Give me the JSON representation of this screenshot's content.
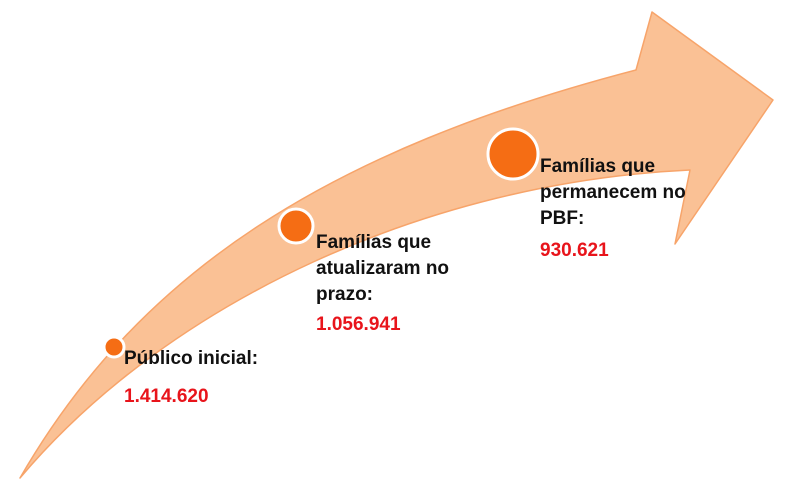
{
  "colors": {
    "arrow_fill": "#fac195",
    "arrow_edge": "#f7a46a",
    "marker_fill": "#f56d14",
    "marker_ring": "#ffffff",
    "value_text": "#e8141b",
    "label_text": "#111111"
  },
  "arrow": {
    "shape": "curved-arrow-up-right"
  },
  "stages": [
    {
      "label": "Público inicial:",
      "value": "1.414.620",
      "marker": "small"
    },
    {
      "label": "Famílias que\natualizaram no\nprazo:",
      "value": "1.056.941",
      "marker": "medium"
    },
    {
      "label": "Famílias que\npermanecem no\nPBF:",
      "value": "930.621",
      "marker": "large"
    }
  ]
}
